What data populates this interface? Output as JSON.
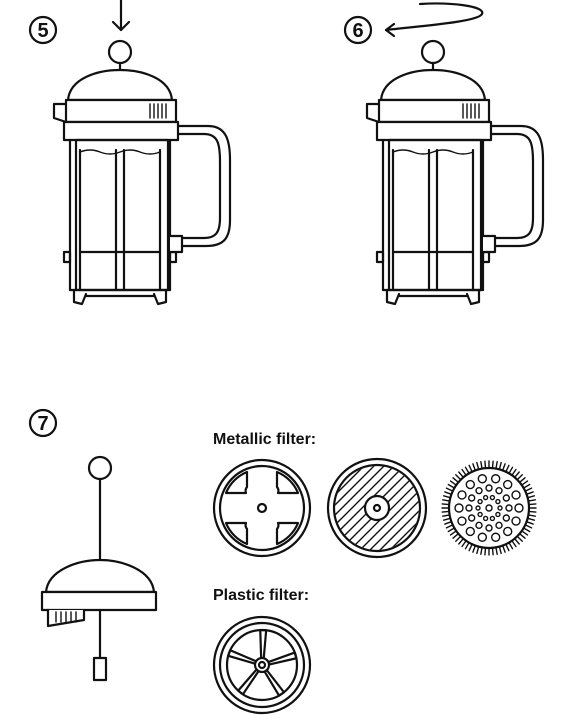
{
  "steps": [
    {
      "number": "5",
      "arrow": "down-arrow"
    },
    {
      "number": "6",
      "arrow": "rotate-arrow"
    },
    {
      "number": "7"
    }
  ],
  "labels": {
    "metallic": "Metallic filter:",
    "plastic": "Plastic filter:"
  },
  "colors": {
    "ink": "#111111",
    "background": "#ffffff"
  }
}
